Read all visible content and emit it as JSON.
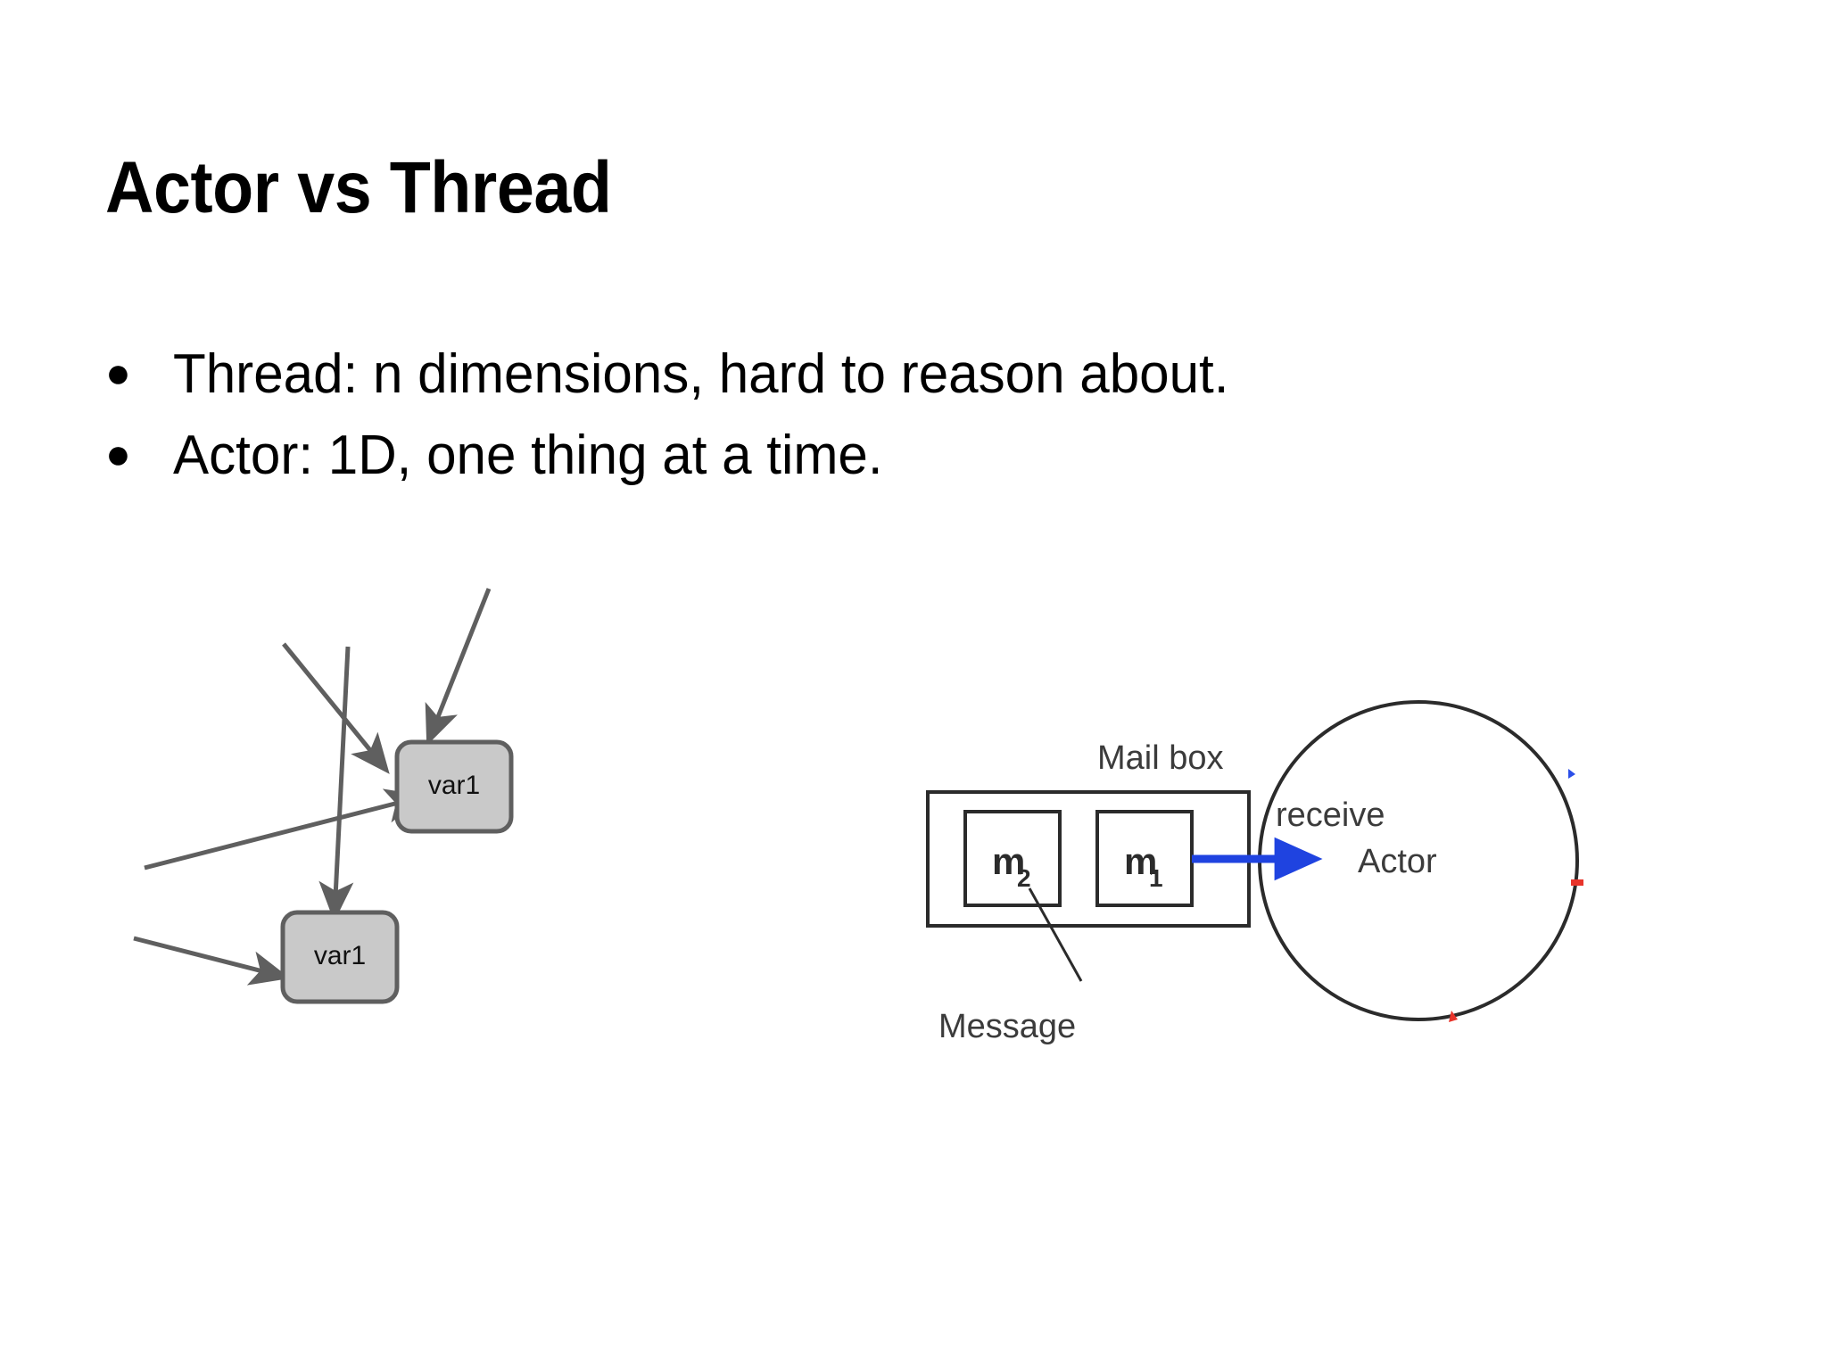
{
  "slide": {
    "title": "Actor vs Thread",
    "background_color": "#ffffff",
    "bullets": [
      {
        "marker": "●",
        "text": "Thread: n dimensions, hard to reason about."
      },
      {
        "marker": "●",
        "text": "Actor: 1D, one thing at a time."
      }
    ]
  },
  "thread_diagram": {
    "name": "thread-shared-variable-diagram",
    "box_fill": "#c9c9c9",
    "box_stroke": "#5f5f5f",
    "arrow_color": "#5f5f5f",
    "boxes": [
      {
        "label": "var1",
        "position": "top-right"
      },
      {
        "label": "var1",
        "position": "bottom-left"
      }
    ],
    "arrow_count": 5
  },
  "actor_diagram": {
    "name": "actor-mailbox-diagram",
    "mailbox_label": "Mail box",
    "message_label": "Message",
    "receive_label": "receive",
    "actor_label": "Actor",
    "messages": [
      {
        "base": "m",
        "subscript": "2"
      },
      {
        "base": "m",
        "subscript": "1"
      }
    ],
    "arrow_color": "#1f43e0",
    "stroke_color": "#2b2b2b",
    "tick_colors": {
      "blue": "#2b4fe8",
      "red": "#e8342b"
    }
  }
}
